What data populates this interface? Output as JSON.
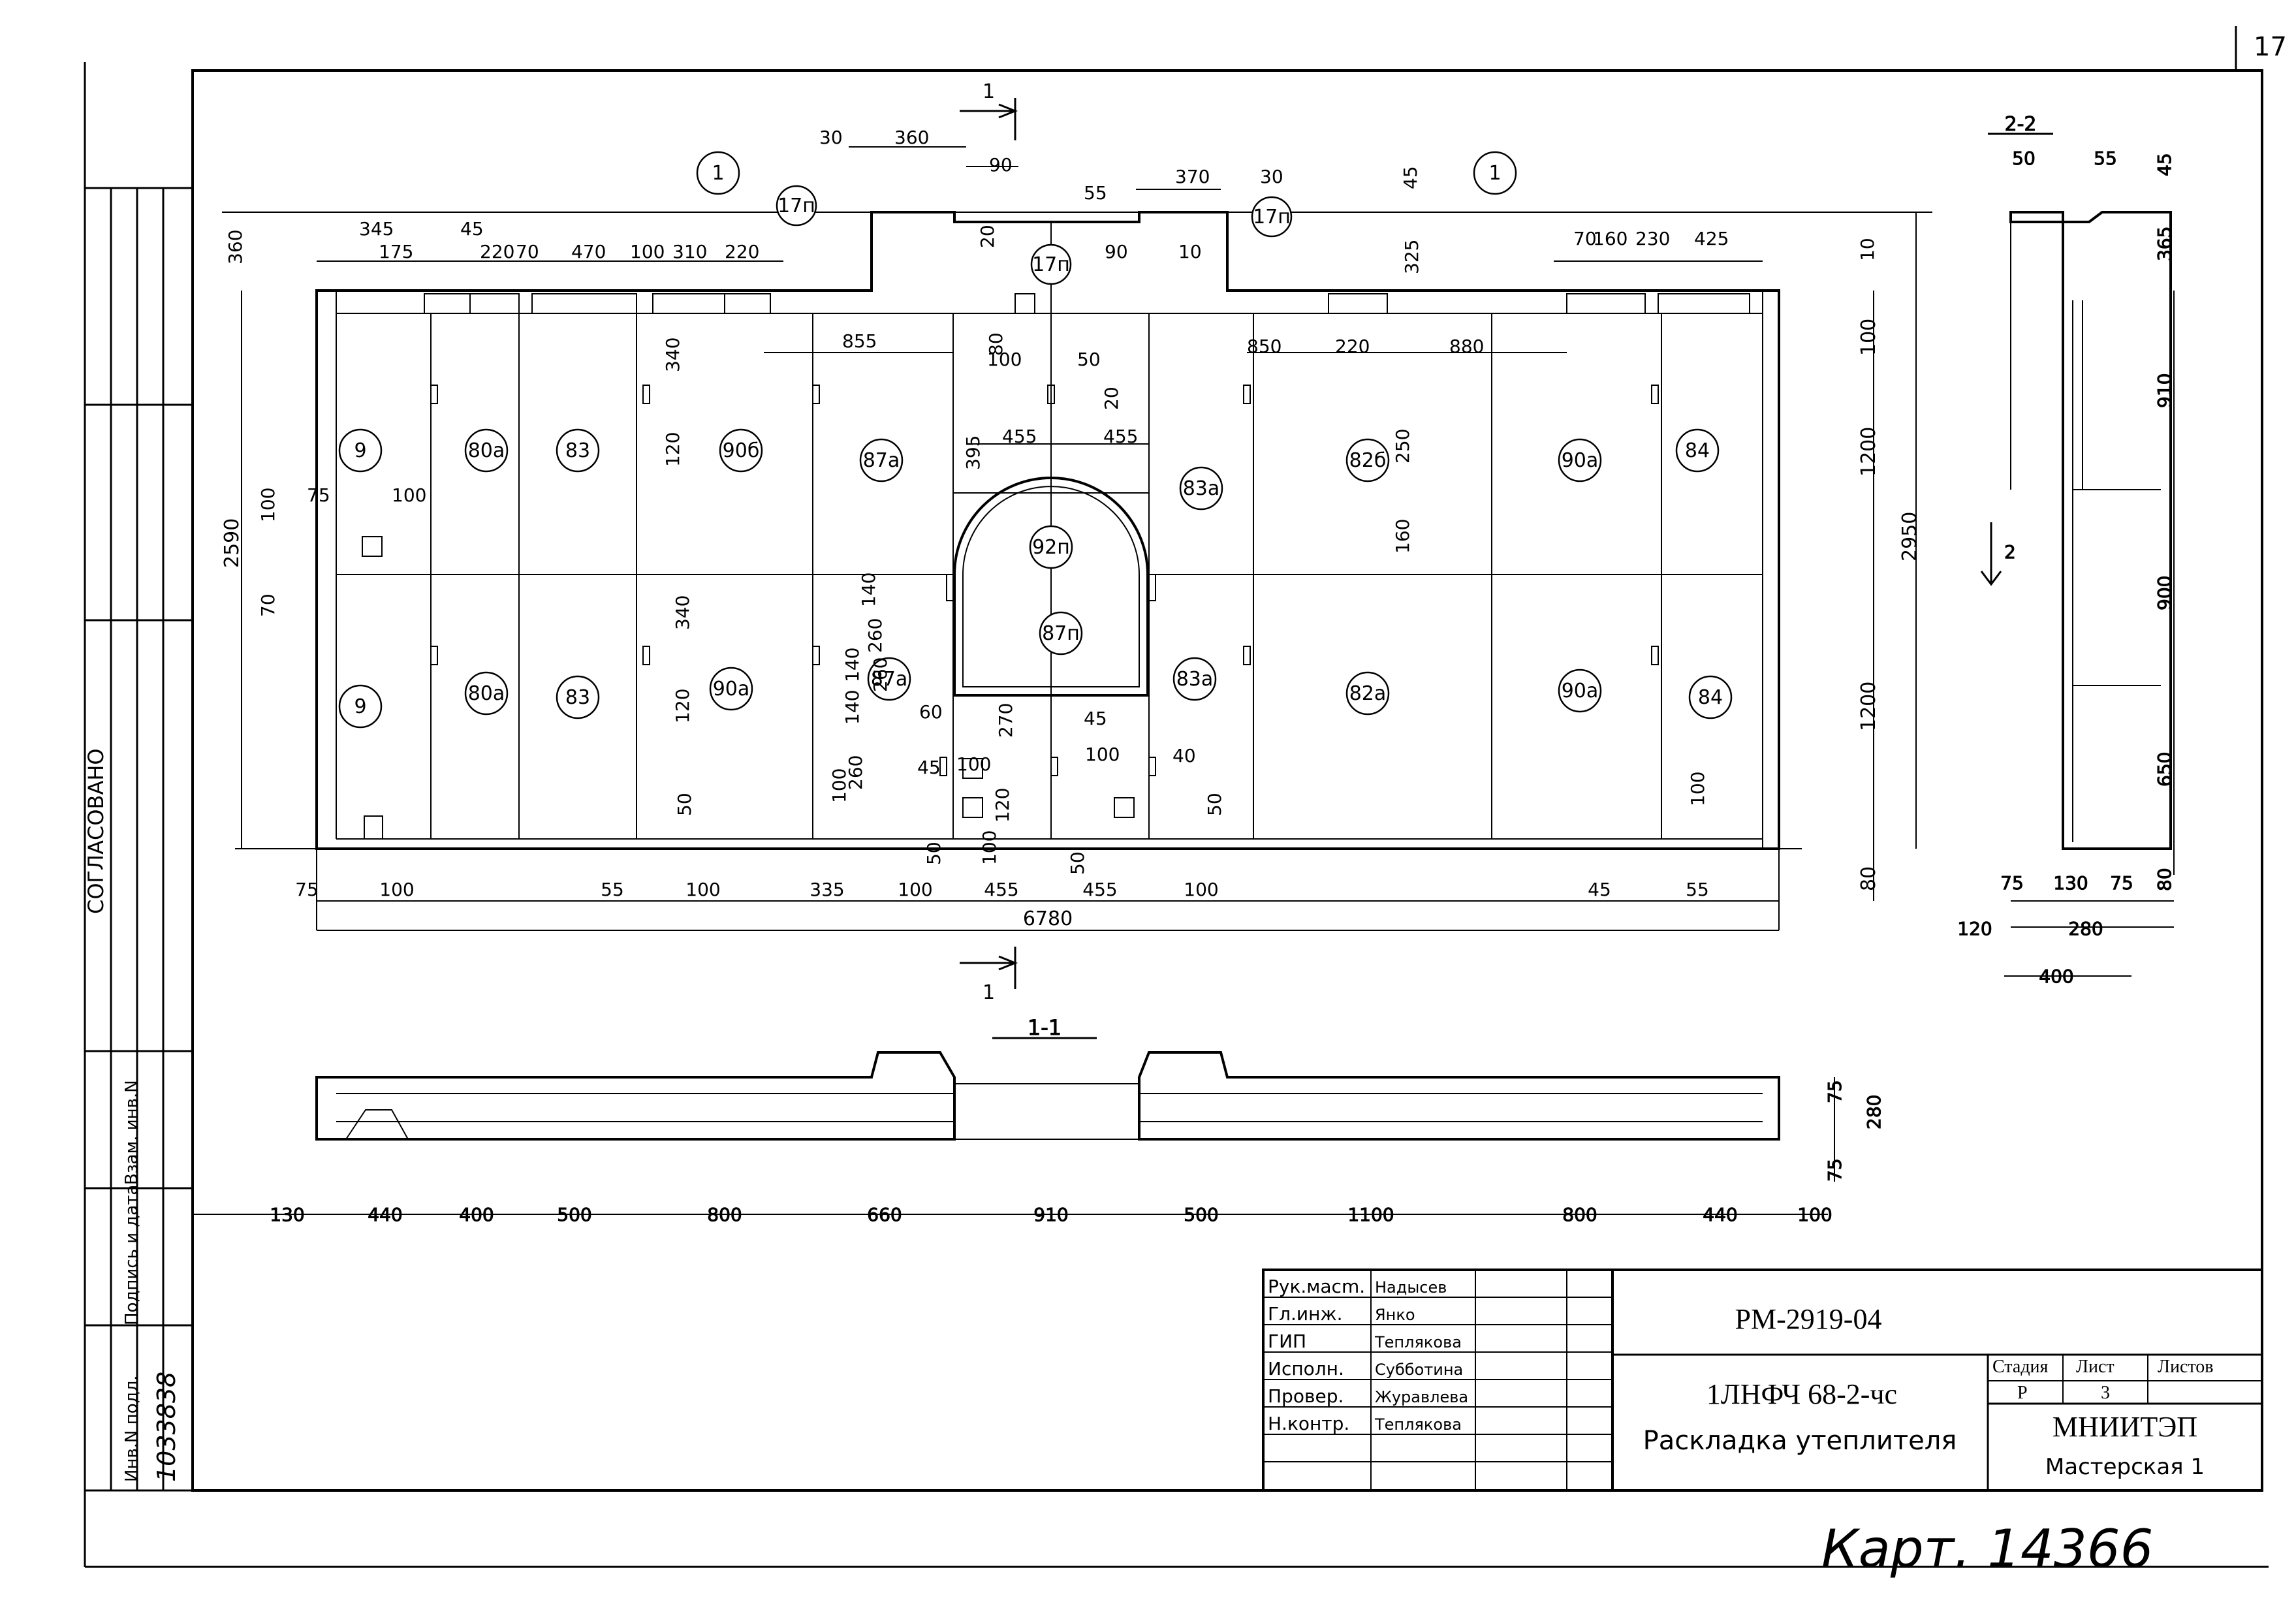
{
  "sheet": {
    "corner_number": "17",
    "approved_label": "СОГЛАСОВАНО",
    "side_stamp": {
      "inv_original": "Инв.N подл.",
      "signature_date": "Подпись и дата",
      "replaced_inv": "Взам. инв.N",
      "inv_number": "1033838"
    },
    "handwritten_note": "Карт. 14366"
  },
  "title_block": {
    "roles": [
      "Рук.масm.",
      "Гл.инж.",
      "ГИП",
      "Исполн.",
      "Провер.",
      "Н.контр."
    ],
    "names": [
      "Надысев",
      "Янко",
      "Теплякова",
      "Субботина",
      "Журавлева",
      "Теплякова"
    ],
    "doc_code": "РМ-2919-04",
    "product_code": "1ЛНФЧ 68-2-чс",
    "sheet_title": "Раскладка утеплителя",
    "stage_header": "Стадия",
    "sheet_header": "Лист",
    "sheets_header": "Листов",
    "stage": "Р",
    "sheet_no": "3",
    "sheets_total": "",
    "organization": "МНИИТЭП",
    "workshop": "Мастерская 1"
  },
  "plan": {
    "section_mark": "1",
    "callout_1": "1",
    "panels_top": [
      "9",
      "80а",
      "83",
      "90б",
      "87а",
      "92п",
      "83а",
      "82б",
      "90а",
      "84"
    ],
    "panels_bottom": [
      "9",
      "80а",
      "83",
      "90а",
      "87а",
      "87п",
      "83а",
      "82а",
      "90а",
      "84"
    ],
    "inserts": [
      "17п",
      "17п",
      "17п"
    ],
    "top_dims": [
      "30",
      "360",
      "90",
      "55",
      "370",
      "30",
      "45",
      "345",
      "45",
      "175",
      "220",
      "70",
      "470",
      "100",
      "310",
      "220",
      "20",
      "90",
      "10",
      "325",
      "70",
      "160",
      "230",
      "425",
      "10",
      "360"
    ],
    "inner_dims": [
      "855",
      "100",
      "50",
      "850",
      "220",
      "880",
      "340",
      "120",
      "80",
      "20",
      "455",
      "455",
      "395",
      "250",
      "160",
      "340",
      "120",
      "75",
      "100",
      "100",
      "70",
      "140",
      "260",
      "140",
      "260",
      "140",
      "260",
      "60",
      "270",
      "45",
      "45",
      "100",
      "100",
      "40",
      "100",
      "120",
      "100",
      "50",
      "50",
      "50",
      "100",
      "50"
    ],
    "bottom_dims": [
      "75",
      "100",
      "55",
      "100",
      "335",
      "100",
      "455",
      "455",
      "100",
      "45",
      "55"
    ],
    "overall_width": "6780",
    "overall_height_left": "2590",
    "right_dims": [
      "100",
      "1200",
      "1200",
      "80",
      "2950"
    ]
  },
  "section_1_1": {
    "title": "1-1",
    "dims": [
      "130",
      "440",
      "400",
      "500",
      "800",
      "660",
      "910",
      "500",
      "1100",
      "800",
      "440",
      "100"
    ],
    "right_dims": [
      "75",
      "280",
      "75"
    ]
  },
  "section_2_2": {
    "title": "2-2",
    "top_dims": [
      "50",
      "55",
      "45"
    ],
    "right_dims": [
      "365",
      "910",
      "900",
      "650",
      "80"
    ],
    "bottom_dims": [
      "75",
      "130",
      "75",
      "120",
      "280",
      "400"
    ],
    "arrow_label": "2"
  }
}
